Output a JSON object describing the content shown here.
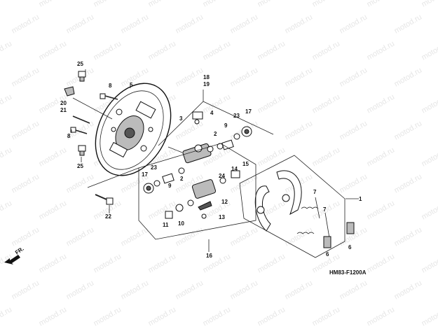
{
  "watermark": "motod.ru",
  "diagram_code": "HM83-F1200A",
  "direction_label": "FR.",
  "callouts": {
    "c1": "1",
    "c2a": "2",
    "c2b": "2",
    "c3": "3",
    "c4": "4",
    "c5": "5",
    "c6a": "6",
    "c6b": "6",
    "c7a": "7",
    "c7b": "7",
    "c8a": "8",
    "c8b": "8",
    "c9a": "9",
    "c9b": "9",
    "c10": "10",
    "c11": "11",
    "c12": "12",
    "c13": "13",
    "c14": "14",
    "c15": "15",
    "c16": "16",
    "c17a": "17",
    "c17b": "17",
    "c18": "18",
    "c19": "19",
    "c20": "20",
    "c21": "21",
    "c22": "22",
    "c23a": "23",
    "c23b": "23",
    "c24": "24",
    "c25a": "25",
    "c25b": "25"
  }
}
